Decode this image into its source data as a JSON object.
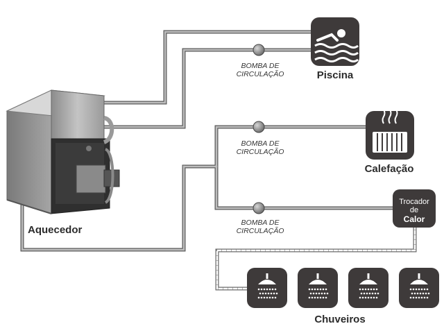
{
  "heater": {
    "label": "Aquecedor"
  },
  "pumps": [
    {
      "line1": "BOMBA DE",
      "line2": "CIRCULAÇÃO"
    },
    {
      "line1": "BOMBA DE",
      "line2": "CIRCULAÇÃO"
    },
    {
      "line1": "BOMBA DE",
      "line2": "CIRCULAÇÃO"
    }
  ],
  "pool": {
    "label": "Piscina",
    "icon": "swimming-pool-icon"
  },
  "heating": {
    "label": "Calefação",
    "icon": "radiator-icon"
  },
  "exchanger": {
    "line1": "Trocador",
    "line2": "de",
    "line3": "Calor"
  },
  "showers": {
    "label": "Chuveiros",
    "icon": "shower-icon",
    "count": 4
  },
  "colors": {
    "pipe": "#8f8f8f",
    "pipe_outline": "#555555",
    "icon_bg": "#3e3a3a",
    "heater_body": "#a9a9a9"
  }
}
